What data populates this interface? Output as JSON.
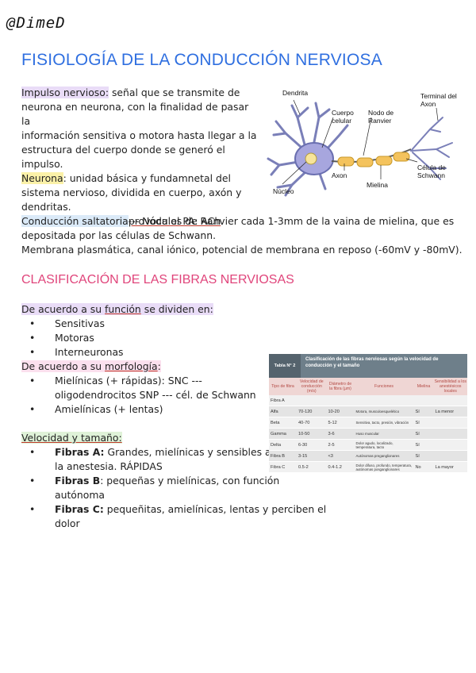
{
  "signature": "@DimeD",
  "title": "FISIOLOGÍA DE LA CONDUCCIÓN NERVIOSA",
  "intro": {
    "impulso_term": "Impulso nervioso:",
    "impulso_text_lines": [
      "señal que se transmite de",
      "neurona en neurona, con la finalidad de pasar la",
      "información sensitiva o motora hasta llegar a la",
      "estructura del cuerpo donde se generó el",
      "impulso."
    ],
    "neurona_term": "Neurona",
    "neurona_text_lines": [
      ": unidad básica y fundamnetal del",
      "sistema nervioso, dividida en cuerpo, axón y",
      "dendritas."
    ],
    "neurotransmisor": "Neurotransmisor que provoca el PA: ACh",
    "conduccion_term": "Conducción saltatoria",
    "conduccion_text_lines": [
      "--- Nódulos de Ranvier cada 1-3mm de la vaina de mielina, que es",
      "depositada por las células de Schwann."
    ],
    "membrana": "Membrana plasmática, canal iónico, potencial de membrana en reposo (-60mV y -80mV)."
  },
  "figure_labels": {
    "dendrita": "Dendrita",
    "cuerpo": "Cuerpo\ncelular",
    "nodo": "Nodo de\nRanvier",
    "terminal": "Terminal del\nAxon",
    "axon": "Axon",
    "celula": "Célula de\nSchwann",
    "mielina": "Mielina",
    "nucleo": "Núcleo"
  },
  "section2": {
    "heading": "CLASIFICACIÓN DE LAS FIBRAS NERVIOSAS",
    "funcion_pre": "De acuerdo a su ",
    "funcion_word": "función",
    "funcion_post": " se dividen en:",
    "funcion_items": [
      "Sensitivas",
      "Motoras",
      "Interneuronas"
    ],
    "morf_pre": "De acuerdo a su ",
    "morf_word": "morfología",
    "morf_post": ":",
    "morf_items": [
      [
        "Mielínicas (+ rápidas): SNC ---",
        "oligodendrocitos  SNP --- cél. de Schwann"
      ],
      [
        "Amielínicas (+ lentas)"
      ]
    ],
    "velocidad_heading": "Velocidad y tamaño:",
    "fibras": [
      {
        "name": "Fibras A:",
        "lines": [
          " Grandes, mielínicas y sensibles a",
          "la anestesia. RÁPIDAS"
        ]
      },
      {
        "name": "Fibras B",
        "lines": [
          ": pequeñas y mielínicas, con función",
          "autónoma"
        ]
      },
      {
        "name": "Fibras C:",
        "lines": [
          " pequeñitas, amielínicas, lentas y perciben el dolor"
        ]
      }
    ]
  },
  "table": {
    "number": "Tabla N° 2",
    "title": "Clasificación de las fibras nerviosas según la velocidad de conducción y el tamaño",
    "headers": [
      "Tipo de fibra",
      "Velocidad de conducción (m/s)",
      "Diámetro de la fibra (µm)",
      "Funciones",
      "Mielina",
      "Sensibilidad a los anestésicos locales"
    ],
    "rows": [
      [
        "Fibra A",
        "",
        "",
        "",
        "",
        ""
      ],
      [
        "Alfa",
        "70-120",
        "10-20",
        "Motora, musculoesquelético",
        "Sí",
        "La menor"
      ],
      [
        "Beta",
        "40-70",
        "5-12",
        "Sensitiva, tacto, presión, vibración",
        "Sí",
        ""
      ],
      [
        "Gamma",
        "10-50",
        "3-6",
        "Huso muscular",
        "Sí",
        ""
      ],
      [
        "Delta",
        "6-30",
        "2-5",
        "Dolor agudo, localizado, temperatura, tacto",
        "Sí",
        ""
      ],
      [
        "Fibra B",
        "3-15",
        "<3",
        "Autónomas preganglionares",
        "Sí",
        ""
      ],
      [
        "Fibra C",
        "0.5-2",
        "0.4-1.2",
        "Dolor difuso, profundo, temperatura, autónomas posganglionares",
        "No",
        "La mayor"
      ]
    ]
  },
  "colors": {
    "title": "#2f6fe0",
    "subtitle": "#e0457b",
    "highlight_purple": "#e9dcf7",
    "highlight_yellow": "#fbf1a8",
    "highlight_blue": "#dbeaf8",
    "highlight_green": "#dff2d8",
    "highlight_pink": "#fbe0ee"
  }
}
